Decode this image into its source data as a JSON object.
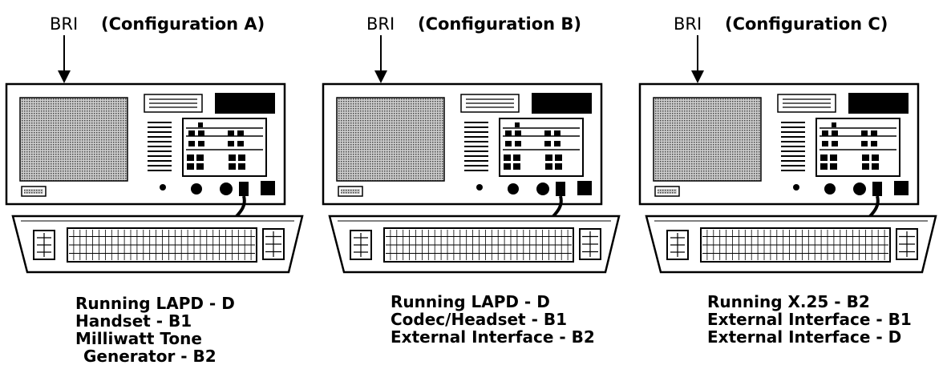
{
  "configurations": [
    {
      "bri_label": "BRI",
      "title": "(Configuration A)",
      "lines": [
        {
          "text": "Running LAPD - ",
          "bold": "D"
        },
        {
          "text": "Handset - ",
          "bold": "B1"
        },
        {
          "text": "Milliwatt Tone",
          "bold": ""
        },
        {
          "text": "Generator - ",
          "bold": "B2"
        }
      ]
    },
    {
      "bri_label": "BRI",
      "title": "(Configuration B)",
      "lines": [
        {
          "text": "Running LAPD - ",
          "bold": "D"
        },
        {
          "text": "Codec/Headset - ",
          "bold": "B1"
        },
        {
          "text": "External Interface - ",
          "bold": "B2"
        }
      ]
    },
    {
      "bri_label": "BRI",
      "title": "(Configuration C)",
      "lines": [
        {
          "text": "Running X.25 - ",
          "bold": "B2"
        },
        {
          "text": "External Interface - ",
          "bold": "B1"
        },
        {
          "text": "External Interface - ",
          "bold": "D"
        }
      ]
    }
  ]
}
